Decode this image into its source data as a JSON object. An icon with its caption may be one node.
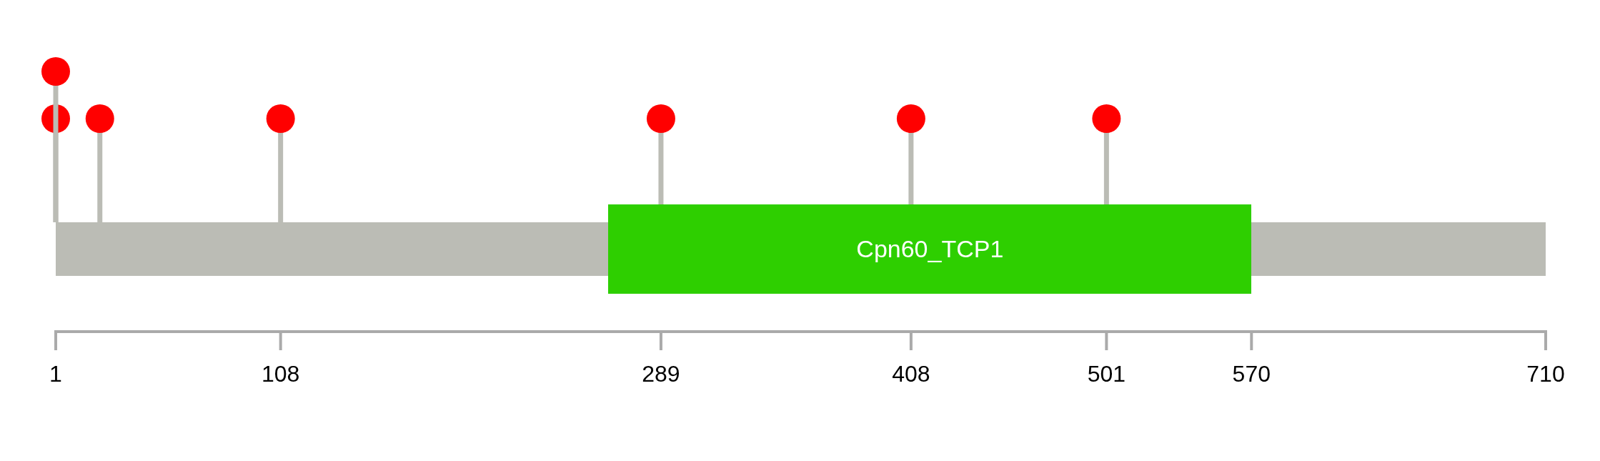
{
  "diagram": {
    "nodes": [
      {
        "text": [
          "Cpn60_TCP1"
        ]
      }
    ],
    "labels": [
      "1",
      "108",
      "289",
      "408",
      "501",
      "570",
      "710"
    ]
  }
}
